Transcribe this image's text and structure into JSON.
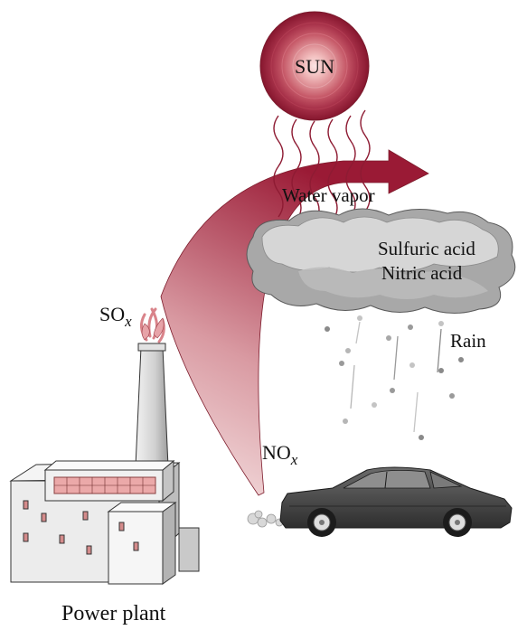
{
  "labels": {
    "sun": "SUN",
    "water_vapor": "Water vapor",
    "sulfuric_acid": "Sulfuric acid",
    "nitric_acid": "Nitric acid",
    "rain": "Rain",
    "sox_main": "SO",
    "sox_sub": "x",
    "nox_main": "NO",
    "nox_sub": "x",
    "power_plant": "Power plant"
  },
  "colors": {
    "sun_outer": "#8e1b33",
    "sun_inner": "#f7d3d3",
    "arrow": "#a31c3a",
    "cloud_light": "#d2d2d2",
    "cloud_dark": "#9a9a9a",
    "car": "#3c3c3c",
    "smoke": "#d9838a"
  },
  "icons": {
    "sun": "sun-icon",
    "cloud": "cloud-icon",
    "car": "car-icon",
    "factory": "power-plant-icon",
    "smokestack": "smokestack-icon"
  }
}
